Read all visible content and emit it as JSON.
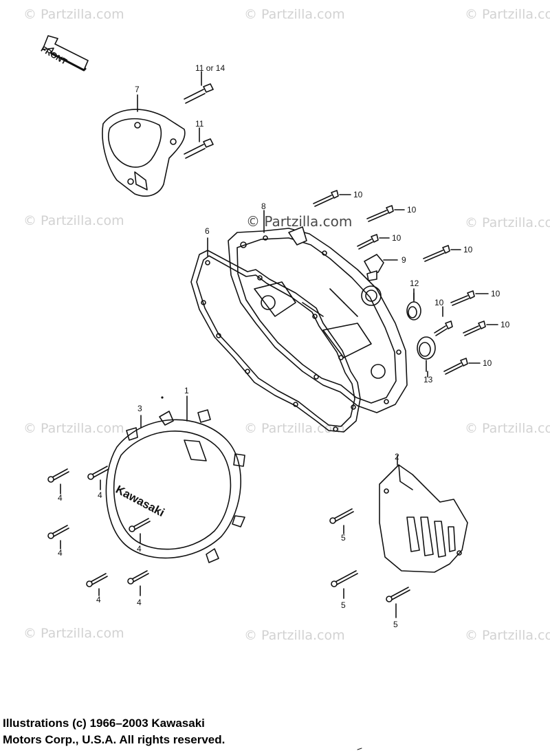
{
  "watermarks": [
    "© Partzilla.com",
    "© Partzilla.com",
    "© Partzilla.com",
    "© Partzilla.com",
    "© Partzilla.com",
    "© Partzilla.com",
    "© Partzilla.com",
    "© Partzilla.com",
    "© Partzilla.com",
    "© Partzilla.com",
    "© Partzilla.com"
  ],
  "center_watermark": "© Partzilla.com",
  "front_label": "FRONT",
  "callouts": {
    "p1": "1",
    "p2": "2",
    "p3": "3",
    "p4a": "4",
    "p4b": "4",
    "p4c": "4",
    "p4d": "4",
    "p4e": "4",
    "p4f": "4",
    "p5a": "5",
    "p5b": "5",
    "p5c": "5",
    "p6": "6",
    "p7": "7",
    "p8": "8",
    "p9": "9",
    "p10a": "10",
    "p10b": "10",
    "p10c": "10",
    "p10d": "10",
    "p10e": "10",
    "p10f": "10",
    "p10g": "10",
    "p10h": "10",
    "p11": "11",
    "p11or14": "11 or 14",
    "p12": "12",
    "p13": "13"
  },
  "cover_brand": "Kawasaki",
  "copyright": {
    "line1": "Illustrations (c) 1966–2003 Kawasaki",
    "line2": "Motors Corp., U.S.A.  All rights reserved."
  }
}
